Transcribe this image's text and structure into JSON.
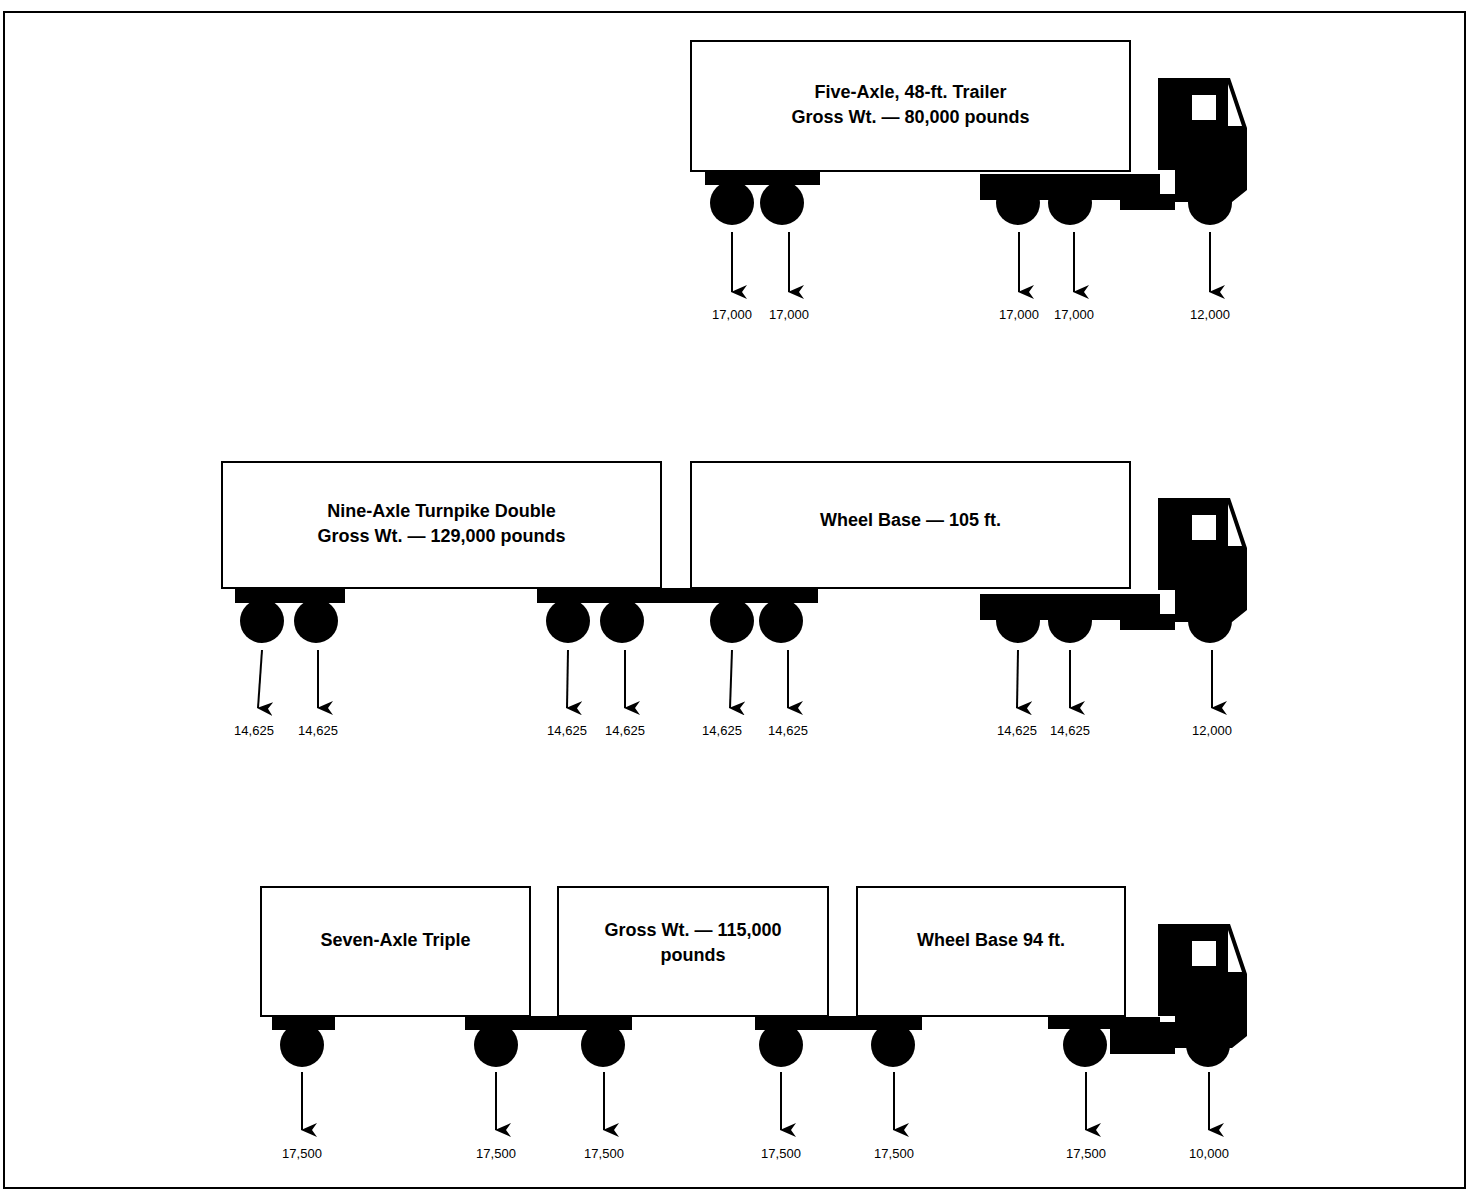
{
  "diagram": {
    "nodes": [
      {
        "text": [
          "Five-Axle, 48-ft. Trailer",
          "Gross Wt. — 80,000 pounds"
        ]
      },
      {
        "text": [
          "Nine-Axle Turnpike Double",
          "Gross Wt. — 129,000 pounds"
        ]
      },
      {
        "text": [
          "Wheel Base — 105 ft."
        ]
      },
      {
        "text": [
          "Seven-Axle Triple"
        ]
      },
      {
        "text": [
          "Gross Wt. — 115,000 pounds"
        ]
      },
      {
        "text": [
          "Wheel Base 94 ft."
        ]
      }
    ],
    "labels": [
      "17,000",
      "17,000",
      "17,000",
      "17,000",
      "12,000",
      "14,625",
      "14,625",
      "14,625",
      "14,625",
      "14,625",
      "14,625",
      "14,625",
      "14,625",
      "12,000",
      "17,500",
      "17,500",
      "17,500",
      "17,500",
      "17,500",
      "17,500",
      "10,000"
    ]
  }
}
